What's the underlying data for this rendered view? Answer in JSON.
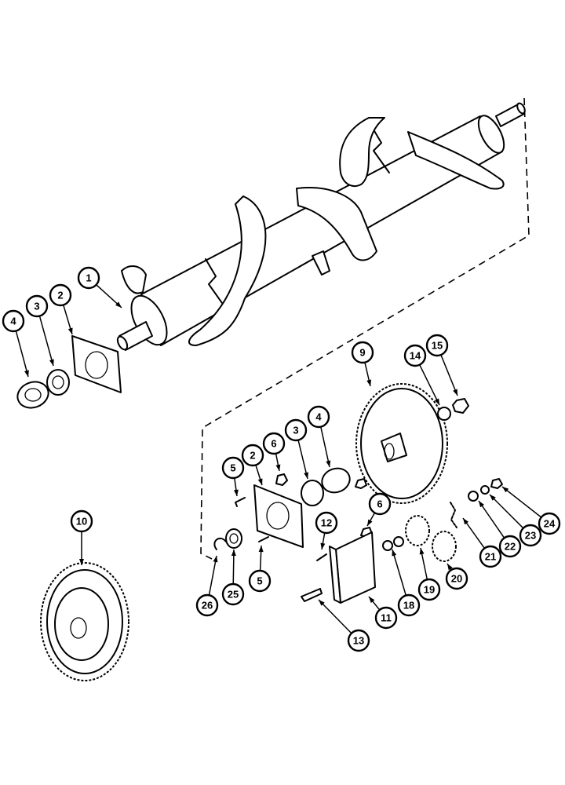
{
  "diagram": {
    "part_numbers": [
      "1",
      "2",
      "3",
      "4",
      "5",
      "6",
      "9",
      "10",
      "11",
      "12",
      "13",
      "14",
      "15",
      "18",
      "19",
      "20",
      "21",
      "22",
      "23",
      "24",
      "25",
      "26"
    ]
  },
  "callouts": [
    {
      "label": "1"
    },
    {
      "label": "2"
    },
    {
      "label": "3"
    },
    {
      "label": "4"
    },
    {
      "label": "9"
    },
    {
      "label": "14"
    },
    {
      "label": "15"
    },
    {
      "label": "4"
    },
    {
      "label": "3"
    },
    {
      "label": "2"
    },
    {
      "label": "6"
    },
    {
      "label": "5"
    },
    {
      "label": "6"
    },
    {
      "label": "12"
    },
    {
      "label": "10"
    },
    {
      "label": "5"
    },
    {
      "label": "26"
    },
    {
      "label": "25"
    },
    {
      "label": "11"
    },
    {
      "label": "18"
    },
    {
      "label": "19"
    },
    {
      "label": "20"
    },
    {
      "label": "21"
    },
    {
      "label": "22"
    },
    {
      "label": "23"
    },
    {
      "label": "24"
    },
    {
      "label": "13"
    }
  ]
}
